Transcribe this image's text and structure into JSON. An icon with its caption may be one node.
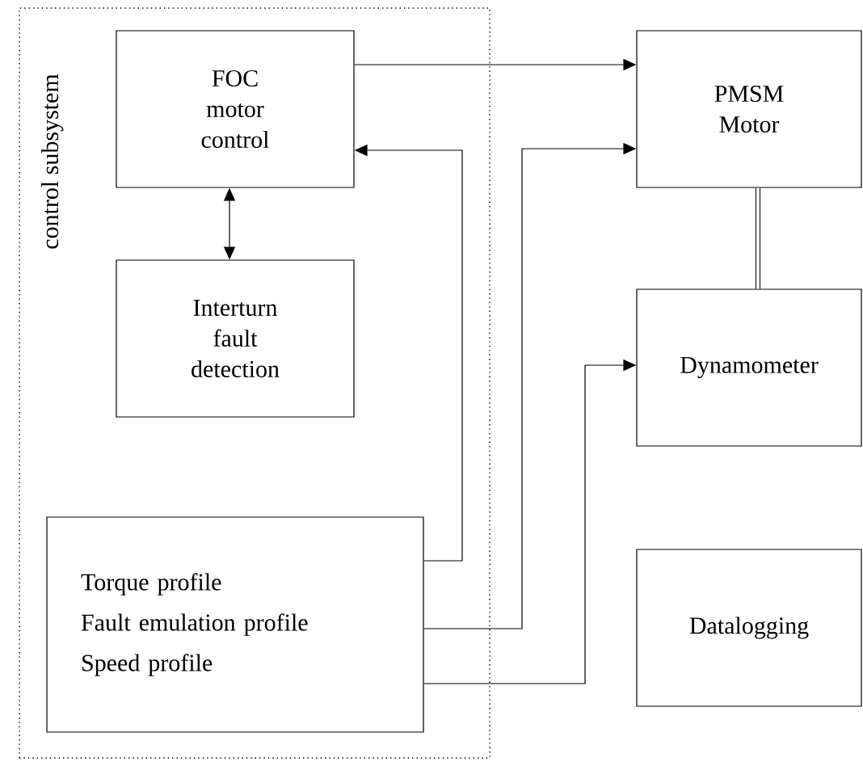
{
  "diagram": {
    "nodes": [
      {
        "text": [
          "control subsystem"
        ]
      },
      {
        "text": [
          "FOC motor control"
        ],
        "in": 0
      },
      {
        "text": [
          "Interturn fault detection"
        ],
        "in": 0
      },
      {
        "text": [
          "Torque profile",
          "Fault emulation profile",
          "Speed profile"
        ],
        "in": 0
      },
      {
        "text": [
          "PMSM Motor"
        ]
      },
      {
        "text": [
          "Dynamometer"
        ]
      },
      {
        "text": [
          "Datalogging"
        ]
      }
    ],
    "edges": [
      {
        "from": 1,
        "to": 4,
        "arrow": "to"
      },
      {
        "from": 3,
        "to": 1,
        "arrow": "to"
      },
      {
        "from": 1,
        "to": 2,
        "arrow": "both"
      },
      {
        "from": 3,
        "to": 4,
        "arrow": "to"
      },
      {
        "from": 3,
        "to": 5,
        "arrow": "to"
      },
      {
        "from": 4,
        "to": 5,
        "arrow": "none",
        "style": "thick"
      }
    ]
  }
}
